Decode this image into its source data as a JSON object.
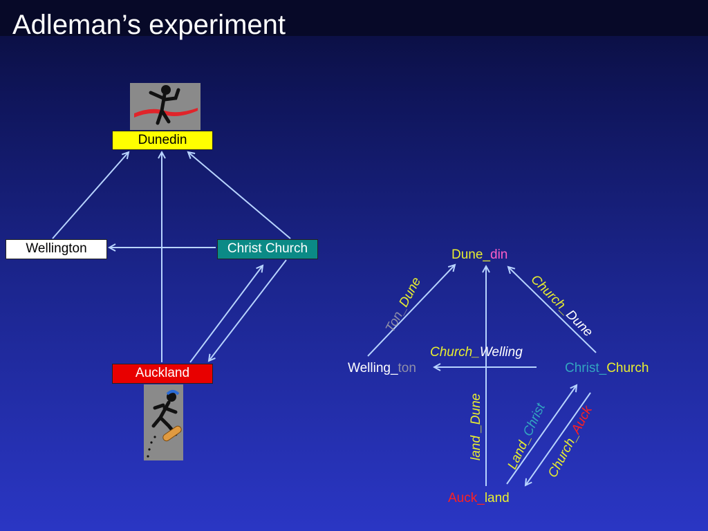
{
  "title": "Adleman’s experiment",
  "left_graph": {
    "dunedin": "Dunedin",
    "wellington": "Wellington",
    "christ_church": "Christ Church",
    "auckland": "Auckland"
  },
  "right_graph": {
    "dune_din": {
      "a": "Dune_",
      "b": "din"
    },
    "welling_ton": {
      "a": "Welling_",
      "b": "ton"
    },
    "christ_church": {
      "a": "Christ_",
      "b": "Church"
    },
    "auck_land": {
      "a": "Auck_",
      "b": "land"
    },
    "edge_ton_dune": {
      "a": "Ton_",
      "b": "Dune"
    },
    "edge_church_dune": {
      "a": "Church_",
      "b": "Dune"
    },
    "edge_church_welling": {
      "a": "Church_",
      "b": "Welling"
    },
    "edge_land_dune": {
      "a": "land _",
      "b": "Dune"
    },
    "edge_land_christ": {
      "a": "Land_",
      "b": "Christ"
    },
    "edge_church_auck": {
      "a": "Church_",
      "b": "Auck"
    }
  },
  "colors": {
    "arrow": "#b8d4ff",
    "yellow": "#e8ee30",
    "gray_text": "#8f8fa8",
    "teal_text": "#33a6c0",
    "pink_text": "#ff5fc8",
    "red_text": "#ff2020",
    "white": "#ffffff",
    "dunedin_box": "#ffff00",
    "christ_box": "#0b8a86",
    "auckland_box": "#e80000"
  }
}
